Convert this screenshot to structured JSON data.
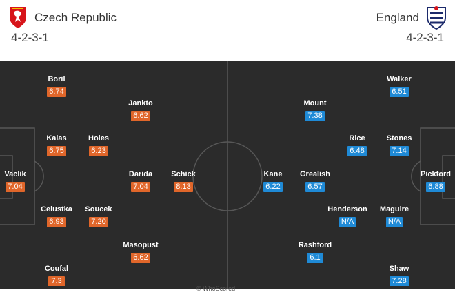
{
  "home_team": {
    "name": "Czech Republic",
    "formation": "4-2-3-1",
    "crest_icon": "czech-lion-crest-icon",
    "rating_color": "#e0662a"
  },
  "away_team": {
    "name": "England",
    "formation": "4-2-3-1",
    "crest_icon": "england-three-lions-crest-icon",
    "rating_color": "#1f8ad6"
  },
  "players": [
    {
      "name": "Boril",
      "rating": "6.74",
      "side": "home"
    },
    {
      "name": "Jankto",
      "rating": "6.62",
      "side": "home"
    },
    {
      "name": "Kalas",
      "rating": "6.75",
      "side": "home"
    },
    {
      "name": "Holes",
      "rating": "6.23",
      "side": "home"
    },
    {
      "name": "Vaclik",
      "rating": "7.04",
      "side": "home"
    },
    {
      "name": "Darida",
      "rating": "7.04",
      "side": "home"
    },
    {
      "name": "Schick",
      "rating": "8.13",
      "side": "home"
    },
    {
      "name": "Celustka",
      "rating": "6.93",
      "side": "home"
    },
    {
      "name": "Soucek",
      "rating": "7.20",
      "side": "home"
    },
    {
      "name": "Masopust",
      "rating": "6.62",
      "side": "home"
    },
    {
      "name": "Coufal",
      "rating": "7.3",
      "side": "home"
    },
    {
      "name": "Walker",
      "rating": "6.51",
      "side": "away"
    },
    {
      "name": "Mount",
      "rating": "7.38",
      "side": "away"
    },
    {
      "name": "Rice",
      "rating": "6.48",
      "side": "away"
    },
    {
      "name": "Stones",
      "rating": "7.14",
      "side": "away"
    },
    {
      "name": "Kane",
      "rating": "6.22",
      "side": "away"
    },
    {
      "name": "Grealish",
      "rating": "6.57",
      "side": "away"
    },
    {
      "name": "Pickford",
      "rating": "6.88",
      "side": "away"
    },
    {
      "name": "Henderson",
      "rating": "N/A",
      "side": "away"
    },
    {
      "name": "Maguire",
      "rating": "N/A",
      "side": "away"
    },
    {
      "name": "Rashford",
      "rating": "6.1",
      "side": "away"
    },
    {
      "name": "Shaw",
      "rating": "7.28",
      "side": "away"
    }
  ],
  "watermark": "© WhoScored"
}
